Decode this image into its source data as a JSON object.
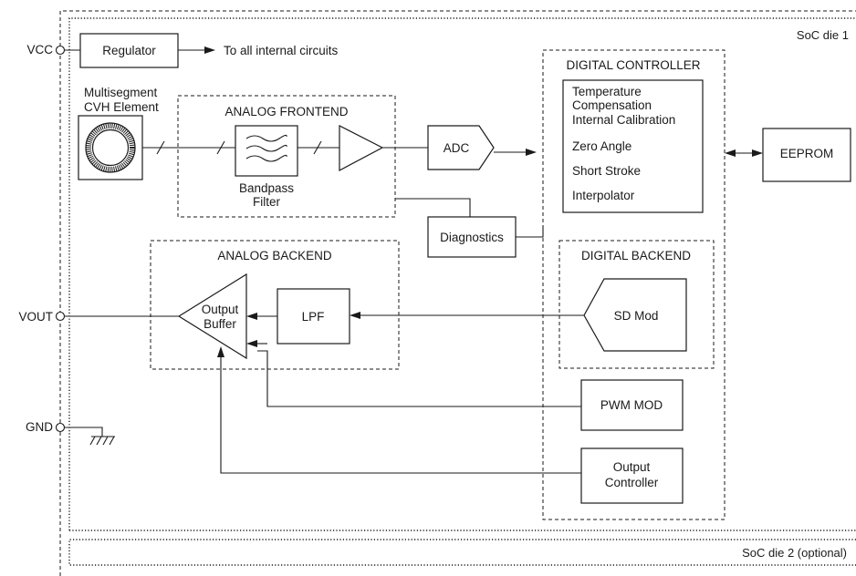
{
  "pins": {
    "vcc": "VCC",
    "vout": "VOUT",
    "gnd": "GND"
  },
  "soc": {
    "die1": "SoC die 1",
    "die2": "SoC die 2 (optional)"
  },
  "regulator": {
    "label": "Regulator",
    "note": "To all internal circuits"
  },
  "sensor": {
    "line1": "Multisegment",
    "line2": "CVH Element"
  },
  "analog_frontend": {
    "title": "ANALOG FRONTEND",
    "filter_line1": "Bandpass",
    "filter_line2": "Filter"
  },
  "adc": "ADC",
  "diagnostics": "Diagnostics",
  "digital_controller": {
    "title": "DIGITAL CONTROLLER",
    "items": [
      "Temperature",
      "Compensation",
      "Internal Calibration",
      "Zero Angle",
      "Short Stroke",
      "Interpolator"
    ]
  },
  "eeprom": "EEPROM",
  "analog_backend": {
    "title": "ANALOG BACKEND",
    "buffer_line1": "Output",
    "buffer_line2": "Buffer",
    "lpf": "LPF"
  },
  "digital_backend": {
    "title": "DIGITAL BACKEND",
    "sd_mod": "SD Mod"
  },
  "pwm_mod": "PWM MOD",
  "output_controller": {
    "line1": "Output",
    "line2": "Controller"
  }
}
